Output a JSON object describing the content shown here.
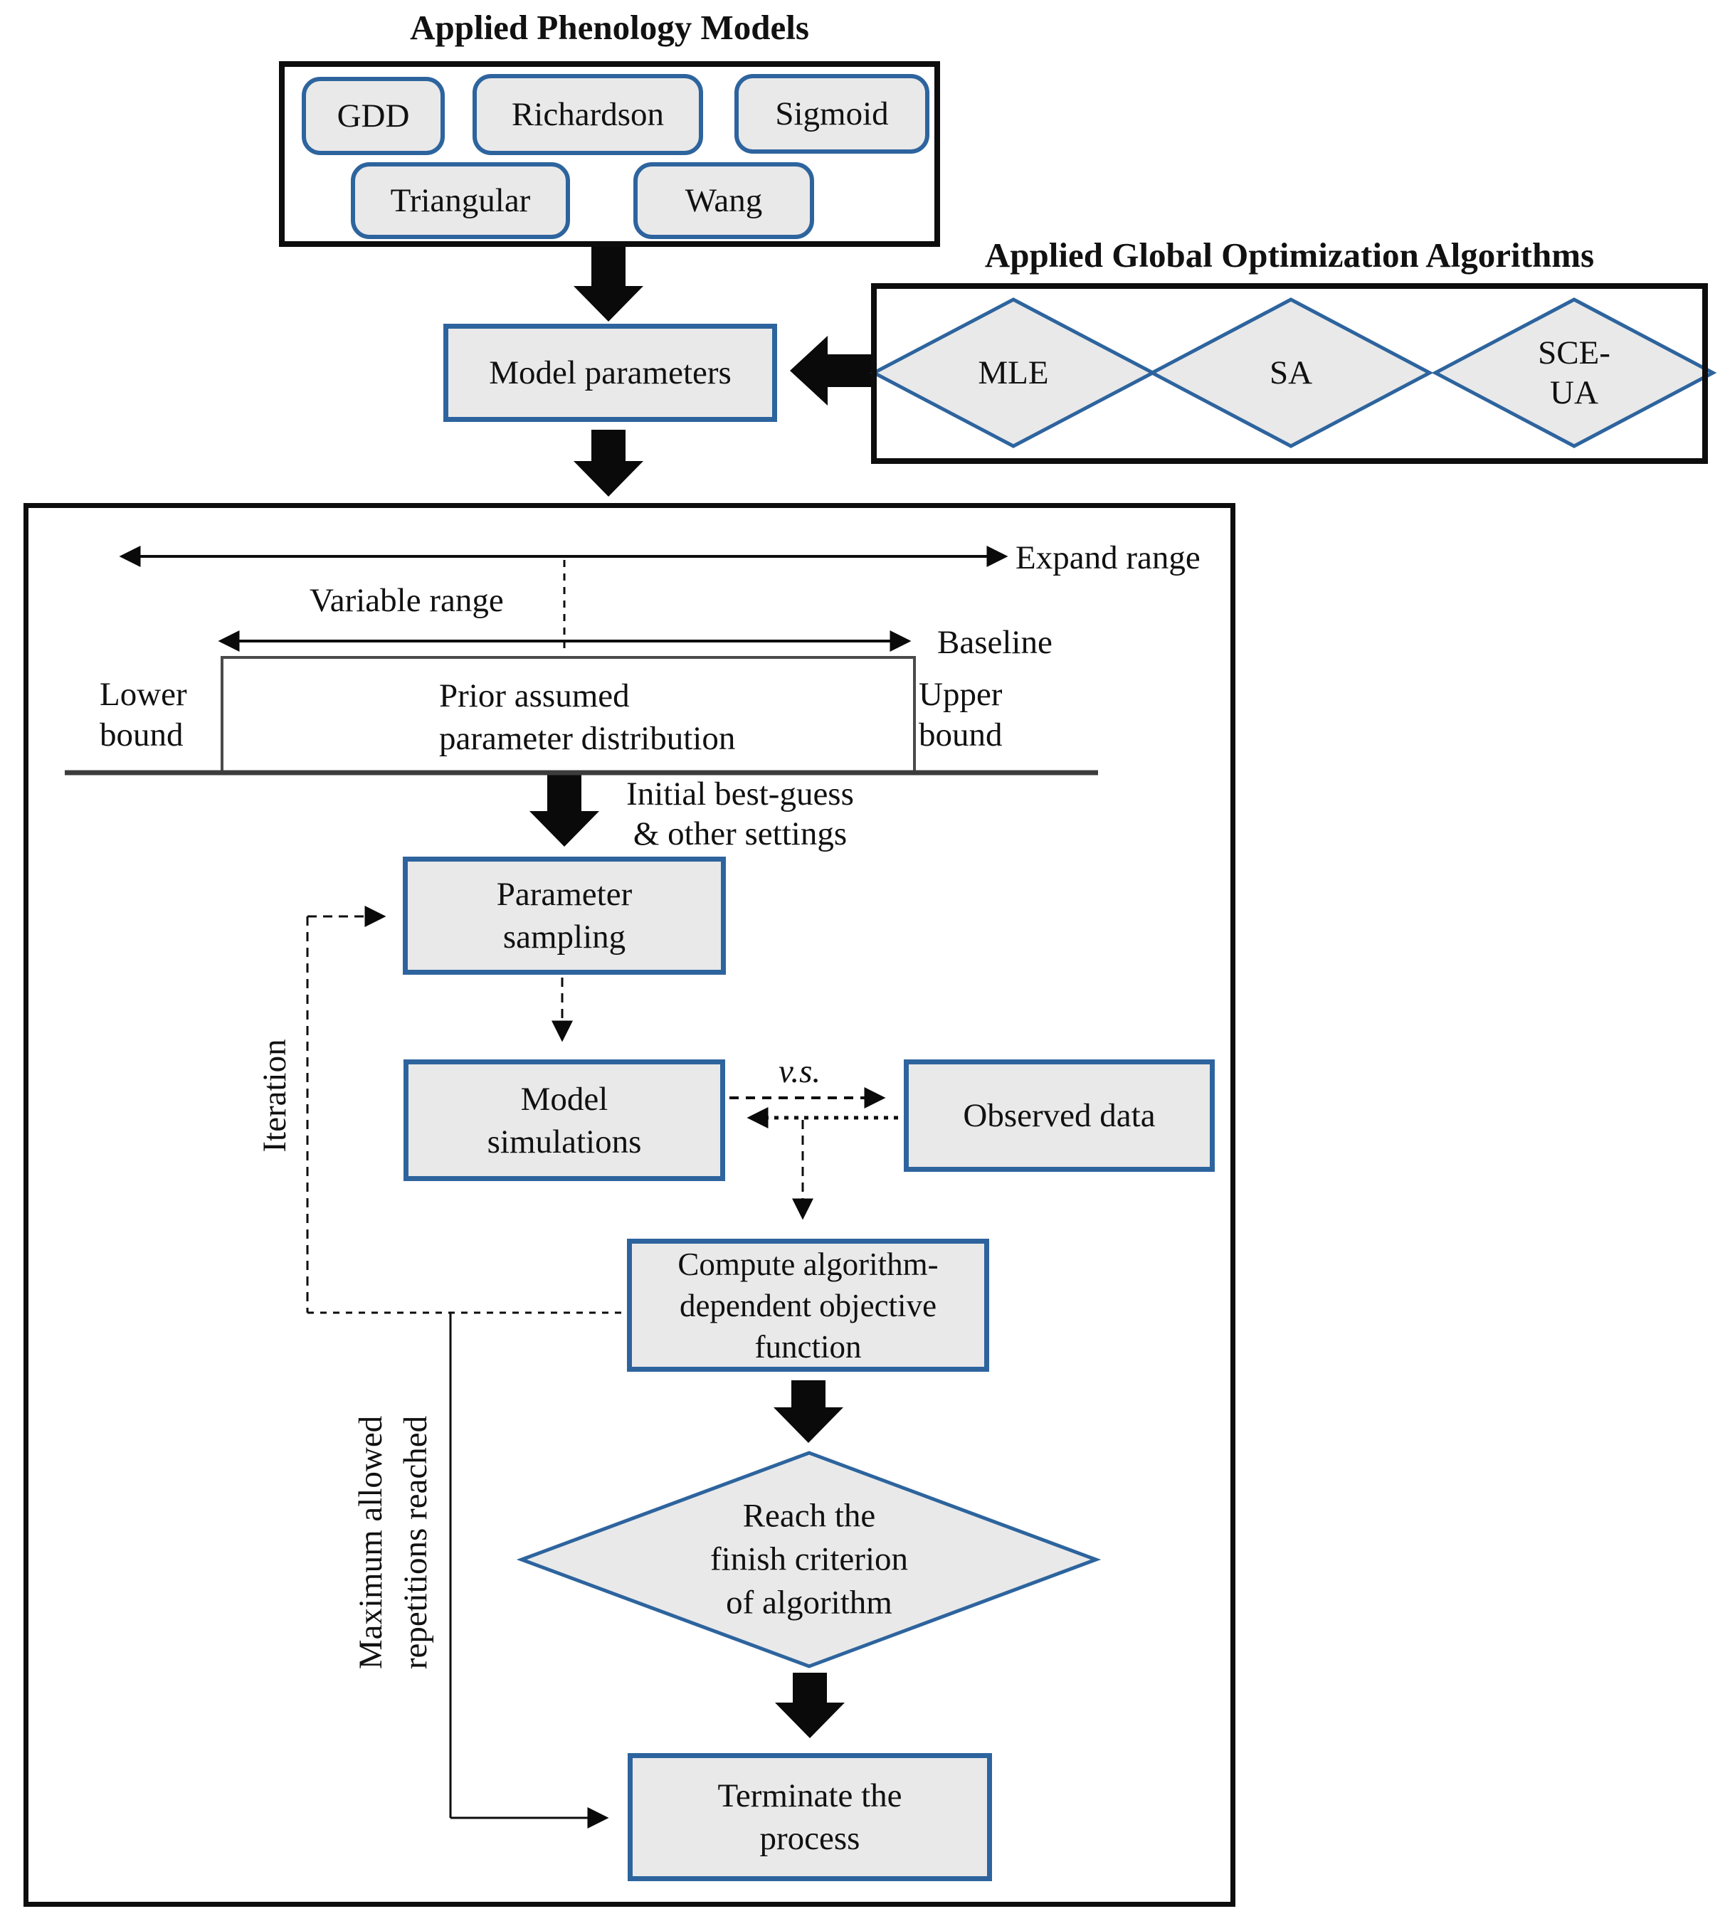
{
  "phenology": {
    "title": "Applied Phenology Models",
    "models": [
      "GDD",
      "Richardson",
      "Sigmoid",
      "Triangular",
      "Wang"
    ]
  },
  "optimization": {
    "title": "Applied Global Optimization Algorithms",
    "algorithms": {
      "mle": "MLE",
      "sa": "SA",
      "sce_ua": [
        "SCE-",
        "UA"
      ]
    }
  },
  "nodes": {
    "model_parameters": [
      "Model parameters"
    ],
    "parameter_sampling": [
      "Parameter",
      "sampling"
    ],
    "model_simulations": [
      "Model",
      "simulations"
    ],
    "observed_data": [
      "Observed data"
    ],
    "compute_objective": [
      "Compute algorithm-",
      "dependent objective",
      "function"
    ],
    "finish_criterion": [
      "Reach the",
      "finish criterion",
      "of algorithm"
    ],
    "terminate": [
      "Terminate the",
      "process"
    ]
  },
  "labels": {
    "expand_range": "Expand range",
    "variable_range": "Variable range",
    "baseline": "Baseline",
    "lower_bound": [
      "Lower",
      "bound"
    ],
    "upper_bound": [
      "Upper",
      "bound"
    ],
    "prior_distribution": [
      "Prior assumed",
      "parameter distribution"
    ],
    "initial_best_guess": [
      "Initial best-guess",
      "& other settings"
    ],
    "vs": "v.s.",
    "iteration": "Iteration",
    "max_repetitions": [
      "Maximum allowed",
      "repetitions reached"
    ]
  },
  "colors": {
    "node_fill": "#e9e9e9",
    "node_border": "#2d649e",
    "container_border": "#0d0d0d",
    "arrow_black": "#0a0a0a",
    "baseline_gray": "#3c3c3c"
  }
}
